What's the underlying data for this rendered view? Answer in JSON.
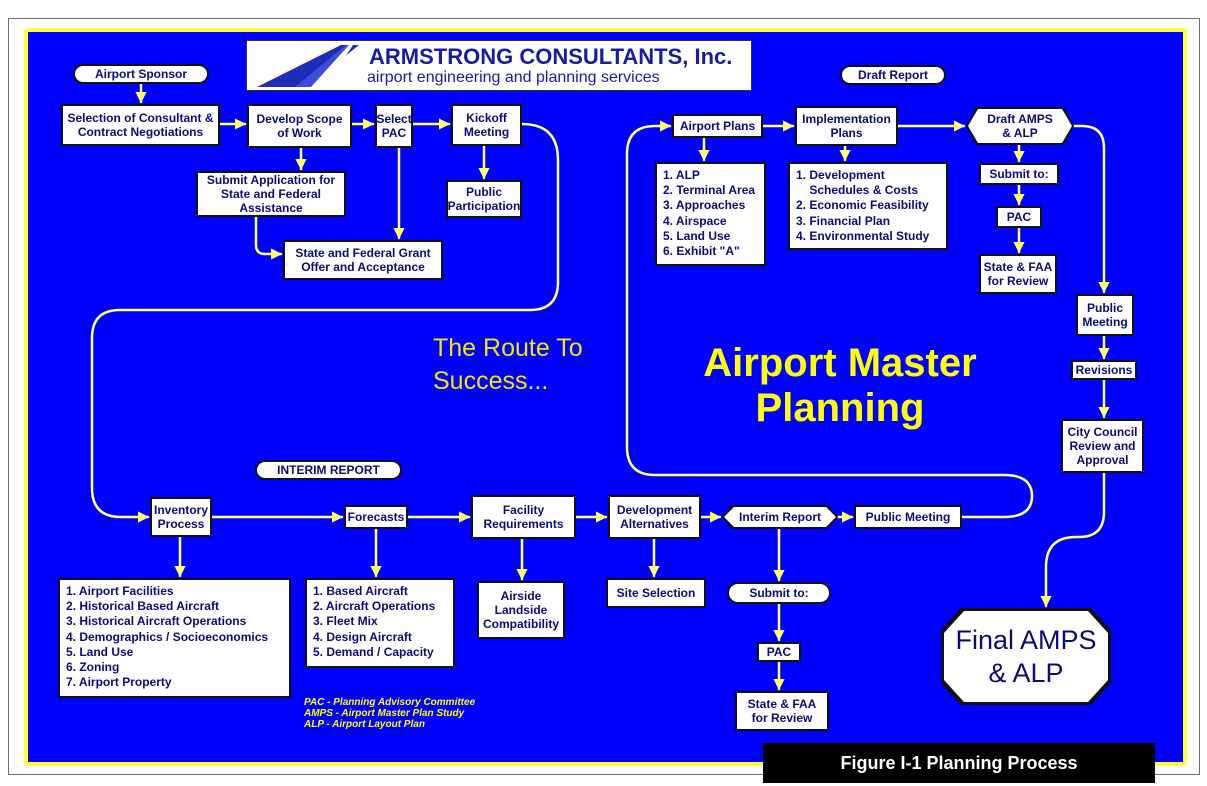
{
  "caption": "Figure I-1 Planning Process",
  "colors": {
    "background": "#0000ff",
    "border": "#ffff33",
    "connector": "#ffff66",
    "title": "#ffff00",
    "node_fill": "#ffffff",
    "node_text": "#0b0b7a",
    "caption_bg": "#000000"
  },
  "logo": {
    "icon": "runway-perspective-icon",
    "company": "ARMSTRONG CONSULTANTS, Inc.",
    "tagline": "airport engineering and planning services"
  },
  "tagline": "The Route To\nSuccess...",
  "title": "Airport Master\nPlanning",
  "phases": {
    "sponsor": "Airport Sponsor",
    "draft_report": "Draft Report",
    "interim_report": "INTERIM REPORT"
  },
  "top_row": {
    "selection": "Selection of Consultant &\nContract Negotiations",
    "scope": "Develop Scope\nof Work",
    "pac": "Select\nPAC",
    "kickoff": "Kickoff\nMeeting",
    "application": "Submit Application for\nState and Federal\nAssistance",
    "public_participation": "Public\nParticipation",
    "grant": "State and Federal Grant\nOffer and Acceptance"
  },
  "draft_section": {
    "airport_plans": "Airport Plans",
    "implementation": "Implementation\nPlans",
    "draft_amps": "Draft AMPS\n& ALP",
    "submit_to": "Submit to:",
    "pac": "PAC",
    "state_faa": "State & FAA\nfor Review",
    "public_meeting": "Public\nMeeting",
    "revisions": "Revisions",
    "city_council": "City Council\nReview and\nApproval",
    "final": "Final AMPS\n& ALP",
    "airport_plans_items": [
      "1. ALP",
      "2. Terminal Area",
      "3. Approaches",
      "4. Airspace",
      "5. Land Use",
      "6. Exhibit \"A\""
    ],
    "implementation_items": [
      "1. Development",
      "    Schedules & Costs",
      "2. Economic Feasibility",
      "3. Financial Plan",
      "4. Environmental Study"
    ]
  },
  "interim_section": {
    "inventory": "Inventory\nProcess",
    "forecasts": "Forecasts",
    "facility": "Facility\nRequirements",
    "development": "Development\nAlternatives",
    "interim_report": "Interim Report",
    "public_meeting": "Public Meeting",
    "airside": "Airside\nLandside\nCompatibility",
    "site_selection": "Site Selection",
    "submit_to": "Submit to:",
    "pac": "PAC",
    "state_faa": "State & FAA\nfor Review",
    "inventory_items": [
      "1. Airport Facilities",
      "2. Historical Based Aircraft",
      "3. Historical Aircraft Operations",
      "4. Demographics / Socioeconomics",
      "5. Land Use",
      "6. Zoning",
      "7. Airport Property"
    ],
    "forecast_items": [
      "1. Based Aircraft",
      "2. Aircraft Operations",
      "3. Fleet Mix",
      "4. Design Aircraft",
      "5. Demand / Capacity"
    ]
  },
  "legend": [
    "PAC - Planning Advisory Committee",
    "AMPS - Airport Master Plan Study",
    "ALP - Airport Layout Plan"
  ]
}
